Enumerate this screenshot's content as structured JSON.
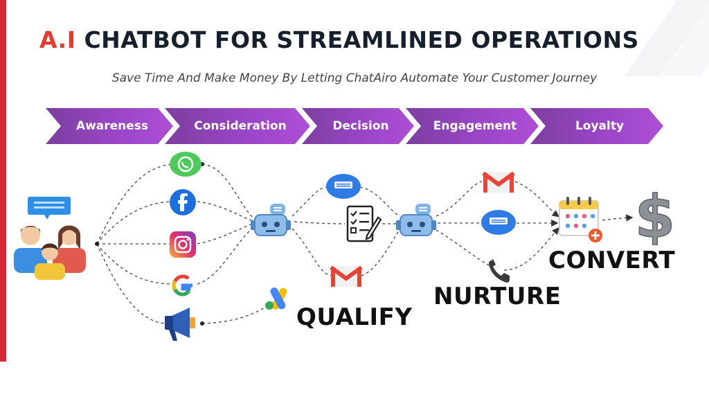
{
  "title": {
    "accent": "A.I",
    "rest": " CHATBOT FOR STREAMLINED OPERATIONS"
  },
  "subtitle": "Save Time And Make Money By Letting ChatAiro Automate Your Customer Journey",
  "stages": [
    {
      "label": "Awareness"
    },
    {
      "label": "Consideration"
    },
    {
      "label": "Decision"
    },
    {
      "label": "Engagement"
    },
    {
      "label": "Loyalty"
    }
  ],
  "phase_labels": {
    "qualify": "QUALIFY",
    "nurture": "NURTURE",
    "convert": "CONVERT"
  },
  "icons": {
    "customers": "people-group-icon",
    "channels": [
      "whatsapp-icon",
      "facebook-icon",
      "instagram-icon",
      "google-icon",
      "megaphone-icon"
    ],
    "bot": "chatbot-icon",
    "message": "message-bubble-icon",
    "checklist": "checklist-icon",
    "gmail": "gmail-icon",
    "ads": "google-ads-icon",
    "phone": "phone-icon",
    "calendar": "calendar-icon",
    "dollar": "dollar-icon"
  },
  "colors": {
    "accent_red": "#e53b2f",
    "title_dark": "#16202d",
    "stage_purple": "#9b45c7",
    "left_bar": "#d8283a",
    "message_blue": "#2f7be6"
  }
}
